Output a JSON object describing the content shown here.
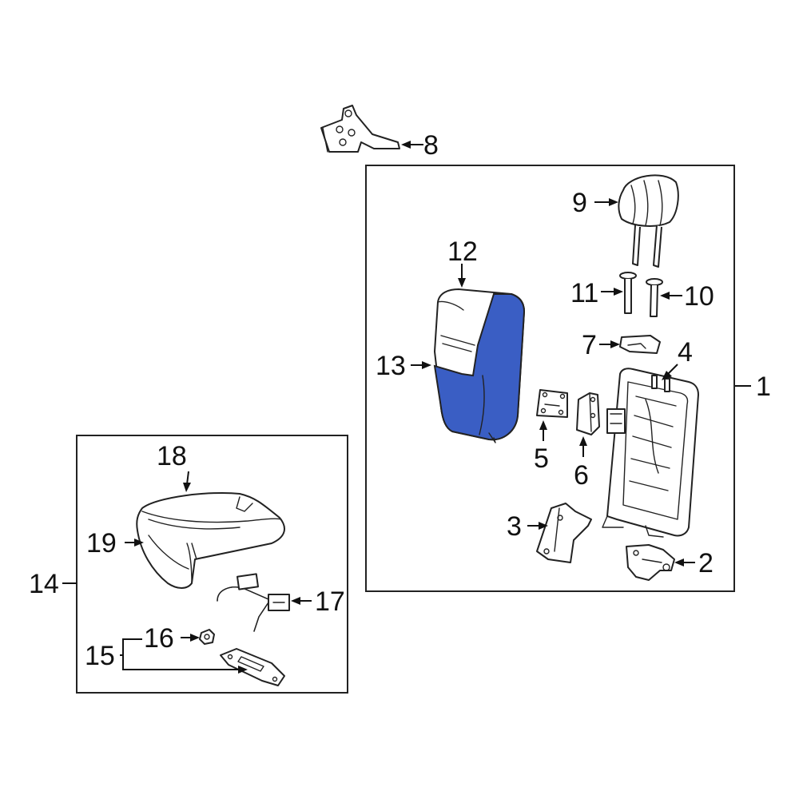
{
  "labels": {
    "p1": "1",
    "p2": "2",
    "p3": "3",
    "p4": "4",
    "p5": "5",
    "p6": "6",
    "p7": "7",
    "p8": "8",
    "p9": "9",
    "p10": "10",
    "p11": "11",
    "p12": "12",
    "p13": "13",
    "p14": "14",
    "p15": "15",
    "p16": "16",
    "p17": "17",
    "p18": "18",
    "p19": "19"
  },
  "colors": {
    "highlight": "#3a5ec4",
    "line": "#222222",
    "background": "#ffffff"
  }
}
